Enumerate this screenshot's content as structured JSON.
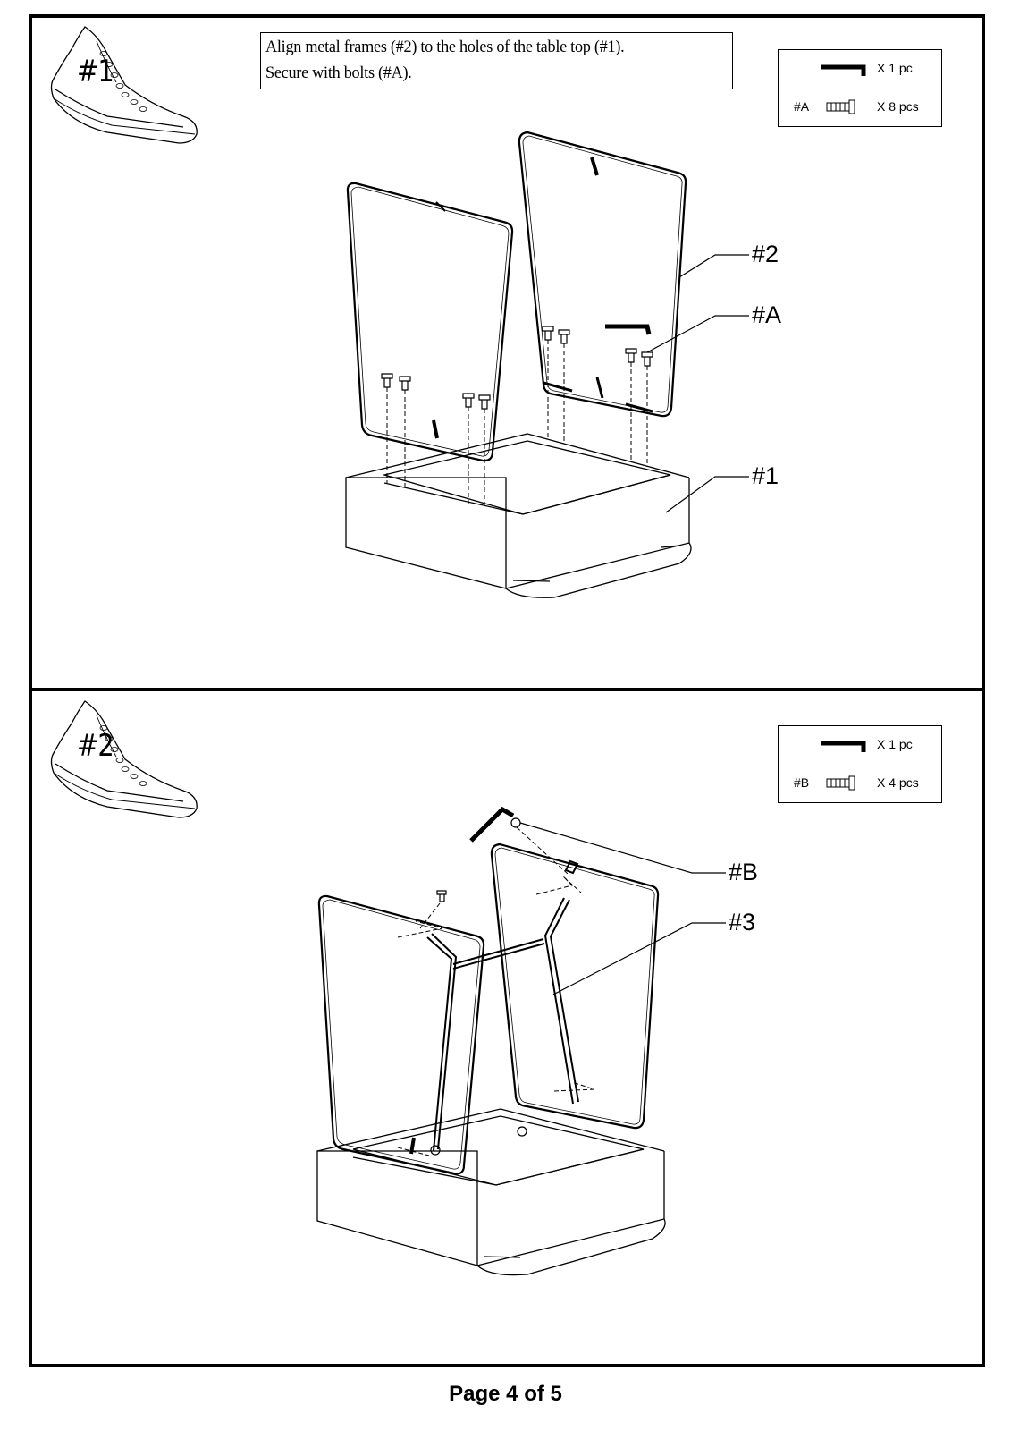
{
  "step1": {
    "badge": "#1",
    "instruction_line1": "Align metal frames (#2) to the holes of the table top (#1).",
    "instruction_line2": "Secure with bolts (#A).",
    "parts": {
      "row1_qty": "X 1 pc",
      "row2_code": "#A",
      "row2_qty": "X 8 pcs"
    },
    "callouts": [
      "#2",
      "#A",
      "#1"
    ]
  },
  "step2": {
    "badge": "#2",
    "parts": {
      "row1_qty": "X 1 pc",
      "row2_code": "#B",
      "row2_qty": "X 4 pcs"
    },
    "callouts": [
      "#B",
      "#3"
    ]
  },
  "footer": {
    "page_label": "Page 4 of  5"
  }
}
